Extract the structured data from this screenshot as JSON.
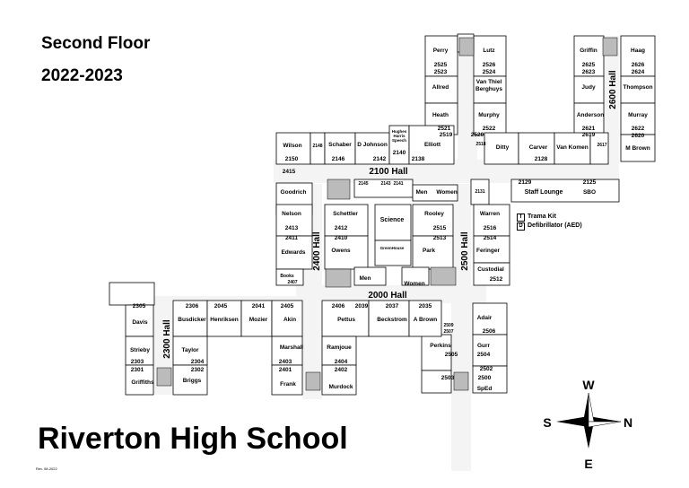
{
  "header": {
    "floor": "Second Floor",
    "year": "2022-2023"
  },
  "footer": {
    "school": "Riverton High School",
    "revision": "Rev. 08-2022"
  },
  "halls": {
    "h2000": "2000 Hall",
    "h2100": "2100 Hall",
    "h2300": "2300 Hall",
    "h2400": "2400 Hall",
    "h2500": "2500 Hall",
    "h2600": "2600 Hall"
  },
  "legend": {
    "trama_symbol": "T",
    "trama": "Trama Kit",
    "aed_symbol": "D",
    "aed": "Defibrillator (AED)"
  },
  "compass": {
    "north": "N",
    "south": "S",
    "east": "E",
    "west": "W"
  },
  "labels": [
    {
      "t": "Perry"
    },
    {
      "t": "Lutz"
    },
    {
      "t": "2525"
    },
    {
      "t": "2526"
    },
    {
      "t": "2523"
    },
    {
      "t": "2524"
    },
    {
      "t": "Allred"
    },
    {
      "t": "Van Thiel"
    },
    {
      "t": "Berghuys"
    },
    {
      "t": "Heath"
    },
    {
      "t": "Murphy"
    },
    {
      "t": "2521"
    },
    {
      "t": "2522"
    },
    {
      "t": "2519"
    },
    {
      "t": "2520"
    },
    {
      "t": "2518"
    },
    {
      "t": "Griffin"
    },
    {
      "t": "Haag"
    },
    {
      "t": "2625"
    },
    {
      "t": "2626"
    },
    {
      "t": "2623"
    },
    {
      "t": "2624"
    },
    {
      "t": "Judy"
    },
    {
      "t": "Thompson"
    },
    {
      "t": "Anderson"
    },
    {
      "t": "Murray"
    },
    {
      "t": "2621"
    },
    {
      "t": "2622"
    },
    {
      "t": "2619"
    },
    {
      "t": "2620"
    },
    {
      "t": "2617"
    },
    {
      "t": "Van Komen"
    },
    {
      "t": "M Brown"
    },
    {
      "t": "Wilson"
    },
    {
      "t": "2148"
    },
    {
      "t": "Schaber"
    },
    {
      "t": "D Johnson"
    },
    {
      "t": "Hughes"
    },
    {
      "t": "Harris"
    },
    {
      "t": "Speech"
    },
    {
      "t": "Elliott"
    },
    {
      "t": "Ditty"
    },
    {
      "t": "Carver"
    },
    {
      "t": "2150"
    },
    {
      "t": "2146"
    },
    {
      "t": "2142"
    },
    {
      "t": "2140"
    },
    {
      "t": "2138"
    },
    {
      "t": "2128"
    },
    {
      "t": "2415"
    },
    {
      "t": "Goodrich"
    },
    {
      "t": "2145"
    },
    {
      "t": "2143"
    },
    {
      "t": "2141"
    },
    {
      "t": "Men"
    },
    {
      "t": "Women"
    },
    {
      "t": "2131"
    },
    {
      "t": "2129"
    },
    {
      "t": "2125"
    },
    {
      "t": "Staff Lounge"
    },
    {
      "t": "SBO"
    },
    {
      "t": "Nelson"
    },
    {
      "t": "Schettler"
    },
    {
      "t": "Science"
    },
    {
      "t": "Rooley"
    },
    {
      "t": "Warren"
    },
    {
      "t": "2413"
    },
    {
      "t": "2412"
    },
    {
      "t": "2515"
    },
    {
      "t": "2516"
    },
    {
      "t": "2411"
    },
    {
      "t": "2410"
    },
    {
      "t": "2513"
    },
    {
      "t": "2514"
    },
    {
      "t": "GreenHouse"
    },
    {
      "t": "Edwards"
    },
    {
      "t": "Owens"
    },
    {
      "t": "Park"
    },
    {
      "t": "Feringer"
    },
    {
      "t": "Custodial"
    },
    {
      "t": "2512"
    },
    {
      "t": "Books"
    },
    {
      "t": "2407"
    },
    {
      "t": "Men"
    },
    {
      "t": "Women"
    },
    {
      "t": "2305"
    },
    {
      "t": "2306"
    },
    {
      "t": "2045"
    },
    {
      "t": "2041"
    },
    {
      "t": "2405"
    },
    {
      "t": "2406"
    },
    {
      "t": "2039"
    },
    {
      "t": "2037"
    },
    {
      "t": "2035"
    },
    {
      "t": "Adair"
    },
    {
      "t": "Davis"
    },
    {
      "t": "Busdicker"
    },
    {
      "t": "Henriksen"
    },
    {
      "t": "Mozier"
    },
    {
      "t": "Akin"
    },
    {
      "t": "Pettus"
    },
    {
      "t": "Beckstrom"
    },
    {
      "t": "A Brown"
    },
    {
      "t": "2509"
    },
    {
      "t": "2507"
    },
    {
      "t": "2506"
    },
    {
      "t": "Perkins"
    },
    {
      "t": "Gurr"
    },
    {
      "t": "Strieby"
    },
    {
      "t": "Taylor"
    },
    {
      "t": "Marshall"
    },
    {
      "t": "Ramjoue"
    },
    {
      "t": "2505"
    },
    {
      "t": "2504"
    },
    {
      "t": "2303"
    },
    {
      "t": "2304"
    },
    {
      "t": "2403"
    },
    {
      "t": "2404"
    },
    {
      "t": "2301"
    },
    {
      "t": "2302"
    },
    {
      "t": "2401"
    },
    {
      "t": "2402"
    },
    {
      "t": "2502"
    },
    {
      "t": "2503"
    },
    {
      "t": "2500"
    },
    {
      "t": "Griffiths"
    },
    {
      "t": "Briggs"
    },
    {
      "t": "Frank"
    },
    {
      "t": "Murdock"
    },
    {
      "t": "SpEd"
    }
  ]
}
